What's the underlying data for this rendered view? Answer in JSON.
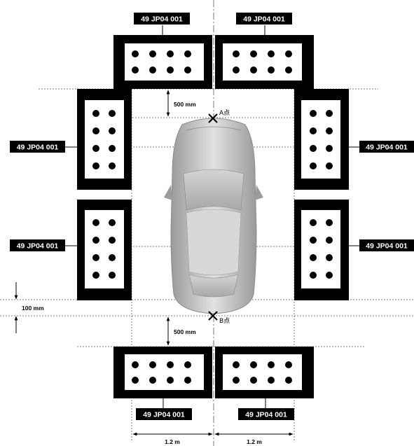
{
  "part_number": "49 JP04 001",
  "dimensions": {
    "front_gap": "500 mm",
    "rear_gap": "500 mm",
    "offset": "100 mm",
    "left_width": "1.2 m",
    "right_width": "1.2 m"
  },
  "points": {
    "a": "A点",
    "b": "B点"
  },
  "colors": {
    "board": "#000000",
    "car_body": "#c8c8c8",
    "guide_line": "#555555"
  }
}
